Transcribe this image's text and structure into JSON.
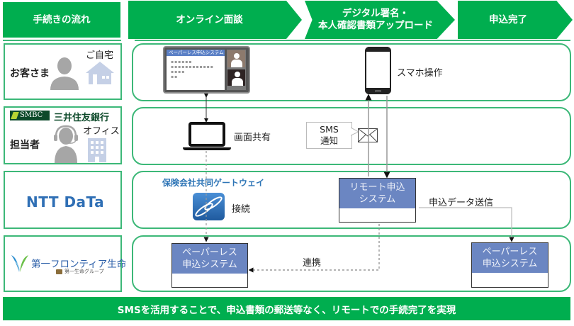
{
  "header": {
    "flow_label": "手続きの流れ",
    "steps": [
      {
        "label": "オンライン面談"
      },
      {
        "label_line1": "デジタル署名・",
        "label_line2": "本人確認書類アップロード"
      },
      {
        "label": "申込完了"
      }
    ]
  },
  "actors": {
    "customer": {
      "label": "お客さま",
      "place": "ご自宅"
    },
    "bank_staff": {
      "bank_brand": "SMBC",
      "bank_name": "三井住友銀行",
      "label": "担当者",
      "place": "オフィス"
    },
    "nttdata": {
      "logo_text": "NTT DaTa"
    },
    "insurer": {
      "name": "第一フロンティア生命",
      "group": "第一生命グループ"
    }
  },
  "lanes": {
    "customer": {
      "screen_title": "ペーパーレス申込システム",
      "smartphone_label": "スマホ操作"
    },
    "bank_staff": {
      "laptop_label": "画面共有",
      "sms_line1": "SMS",
      "sms_line2": "通知"
    },
    "nttdata": {
      "gateway_title": "保険会社共同ゲートウェイ",
      "connect_label": "接続",
      "remote_system_line1": "リモート申込",
      "remote_system_line2": "システム",
      "send_label": "申込データ送信"
    },
    "insurer": {
      "paperless_line1": "ペーパーレス",
      "paperless_line2": "申込システム",
      "link_label": "連携",
      "paperless2_line1": "ペーパーレス",
      "paperless2_line2": "申込システム"
    }
  },
  "footer": {
    "summary": "SMSを活用することで、申込書類の郵送等なく、リモートでの手続完了を実現"
  },
  "colors": {
    "brand_green": "#00ae4f",
    "lane_border": "#3cb878",
    "system_blue": "#6b86c2",
    "gateway_blue": "#2e75b6",
    "ntt_blue": "#2f6fb5",
    "icon_gray": "#a6a6a6",
    "building_blue": "#c5d0e6"
  }
}
